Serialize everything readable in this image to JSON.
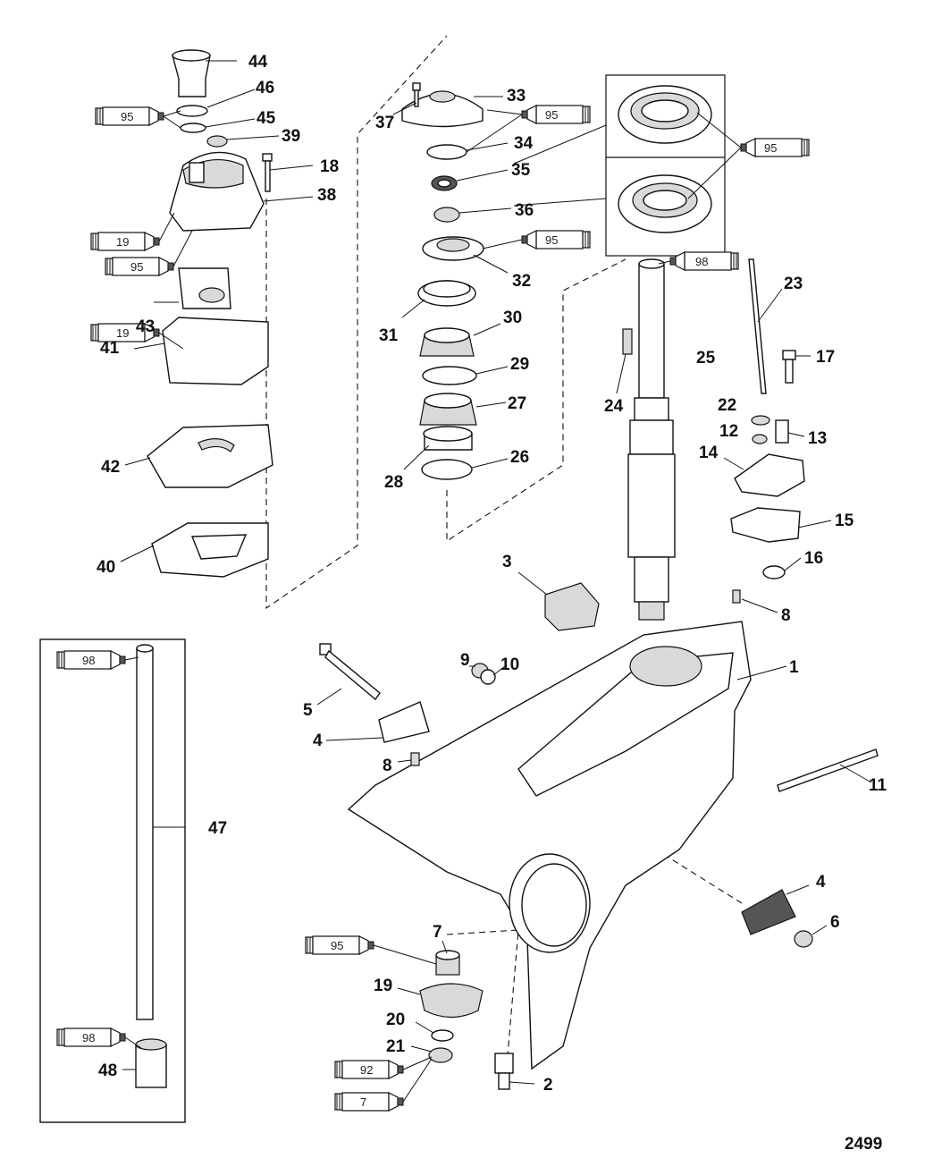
{
  "figure_id": "2499",
  "labels": {
    "p1": "1",
    "p2": "2",
    "p3": "3",
    "p4a": "4",
    "p4b": "4",
    "p5": "5",
    "p6": "6",
    "p7": "7",
    "p8a": "8",
    "p8b": "8",
    "p9": "9",
    "p10": "10",
    "p11": "11",
    "p12": "12",
    "p13": "13",
    "p14": "14",
    "p15": "15",
    "p16": "16",
    "p17": "17",
    "p18": "18",
    "p19": "19",
    "p20": "20",
    "p21": "21",
    "p22": "22",
    "p23": "23",
    "p24": "24",
    "p25": "25",
    "p26": "26",
    "p27": "27",
    "p28": "28",
    "p29": "29",
    "p30": "30",
    "p31": "31",
    "p32": "32",
    "p33": "33",
    "p34": "34",
    "p35": "35",
    "p36": "36",
    "p37": "37",
    "p38": "38",
    "p39": "39",
    "p40": "40",
    "p41": "41",
    "p42": "42",
    "p43": "43",
    "p44": "44",
    "p45": "45",
    "p46": "46",
    "p47": "47",
    "p48": "48"
  },
  "tubes": {
    "t95_44": "95",
    "t19_38": "19",
    "t95_38": "95",
    "t19_43": "19",
    "t95_33": "95",
    "t95_32": "95",
    "t95_35": "95",
    "t98_25": "98",
    "t98_47": "98",
    "t98_48": "98",
    "t95_7": "95",
    "t92_21": "92",
    "t7_21": "7"
  }
}
